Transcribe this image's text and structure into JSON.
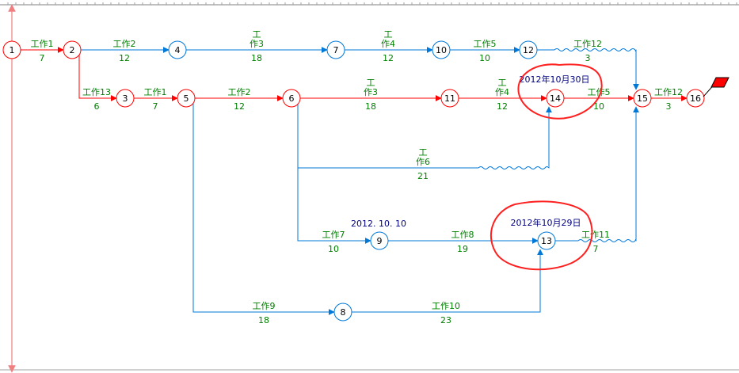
{
  "colors": {
    "critical": "#ff0000",
    "normal": "#0078d7",
    "label": "#008000",
    "node_fill": "#ffffff",
    "annotation": "#000080",
    "circle_marker": "#ff2020",
    "frame": "#808080",
    "left_axis": "#f08080"
  },
  "nodes": [
    {
      "id": "1",
      "critical": true
    },
    {
      "id": "2",
      "critical": true
    },
    {
      "id": "3",
      "critical": true
    },
    {
      "id": "4",
      "critical": false
    },
    {
      "id": "5",
      "critical": true
    },
    {
      "id": "6",
      "critical": true
    },
    {
      "id": "7",
      "critical": false
    },
    {
      "id": "8",
      "critical": false
    },
    {
      "id": "9",
      "critical": false
    },
    {
      "id": "10",
      "critical": false
    },
    {
      "id": "11",
      "critical": true
    },
    {
      "id": "12",
      "critical": false
    },
    {
      "id": "13",
      "critical": false
    },
    {
      "id": "14",
      "critical": true
    },
    {
      "id": "15",
      "critical": true
    },
    {
      "id": "16",
      "critical": true
    }
  ],
  "edges": [
    {
      "id": "e1-2",
      "name": "工作1",
      "duration": "7",
      "critical": true
    },
    {
      "id": "e2-4",
      "name": "工作2",
      "duration": "12",
      "critical": false
    },
    {
      "id": "e4-7",
      "name": "工\n作3",
      "duration": "18",
      "critical": false
    },
    {
      "id": "e7-10",
      "name": "工\n作4",
      "duration": "12",
      "critical": false
    },
    {
      "id": "e10-12",
      "name": "工作5",
      "duration": "10",
      "critical": false
    },
    {
      "id": "e12-15",
      "name": "工作12",
      "duration": "3",
      "critical": false
    },
    {
      "id": "e2-3",
      "name": "工作13",
      "duration": "6",
      "critical": true
    },
    {
      "id": "e3-5",
      "name": "工作1",
      "duration": "7",
      "critical": true
    },
    {
      "id": "e5-6",
      "name": "工作2",
      "duration": "12",
      "critical": true
    },
    {
      "id": "e6-11",
      "name": "工\n作3",
      "duration": "18",
      "critical": true
    },
    {
      "id": "e11-14",
      "name": "工\n作4",
      "duration": "12",
      "critical": true
    },
    {
      "id": "e14-15",
      "name": "工作5",
      "duration": "10",
      "critical": true
    },
    {
      "id": "e15-16",
      "name": "工作12",
      "duration": "3",
      "critical": true
    },
    {
      "id": "e6-14",
      "name": "工\n作6",
      "duration": "21",
      "critical": false
    },
    {
      "id": "e6-9",
      "name": "工作7",
      "duration": "10",
      "critical": false
    },
    {
      "id": "e9-13",
      "name": "工作8",
      "duration": "19",
      "critical": false
    },
    {
      "id": "e13-15",
      "name": "工作11",
      "duration": "7",
      "critical": false
    },
    {
      "id": "e5-8",
      "name": "工作9",
      "duration": "18",
      "critical": false
    },
    {
      "id": "e8-13",
      "name": "工作10",
      "duration": "23",
      "critical": false
    }
  ],
  "annotations": [
    {
      "id": "date-14",
      "text": "2012年10月30日",
      "circled": true
    },
    {
      "id": "date-9",
      "text": "2012. 10. 10",
      "circled": false
    },
    {
      "id": "date-13",
      "text": "2012年10月29日",
      "circled": true
    }
  ]
}
